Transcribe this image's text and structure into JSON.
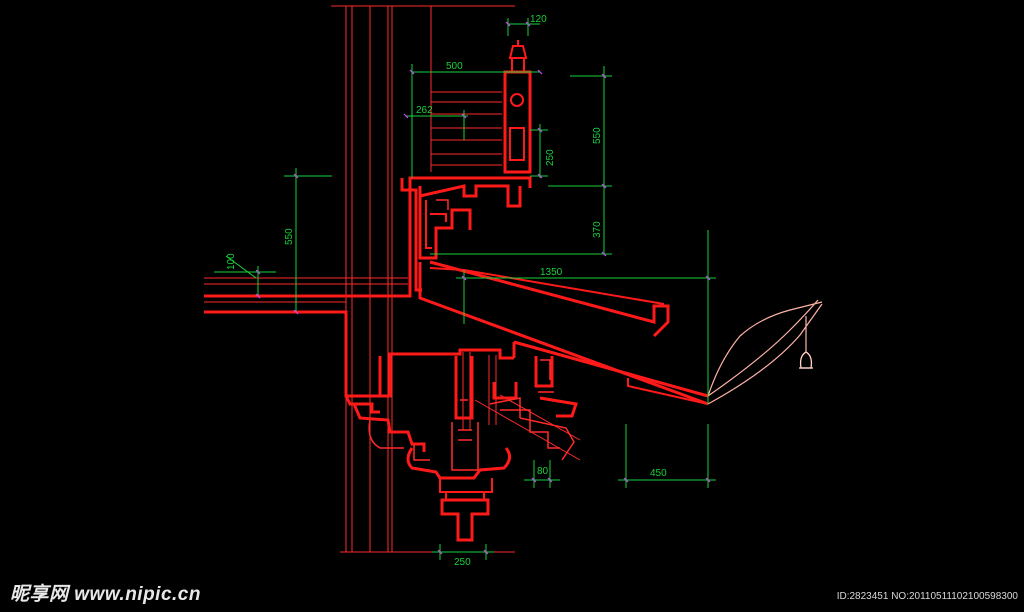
{
  "drawing": {
    "colors": {
      "background": "#000000",
      "outline": "#ff1a1a",
      "thin": "#ff2a2a",
      "dimension": "#19d13a",
      "tick": "#d24cff",
      "bell": "#ffd2c8"
    },
    "dimensions": {
      "d120": "120",
      "d500": "500",
      "d262": "262",
      "d550_right": "550",
      "d250_post": "250",
      "d370": "370",
      "d550_left": "550",
      "d100": "100",
      "d1350": "1350",
      "d80": "80",
      "d450": "450",
      "d250_bottom": "250"
    }
  },
  "watermark": {
    "site": "昵享网 www.nipic.cn",
    "id_text": "ID:2823451 NO:20110511102100598300"
  }
}
